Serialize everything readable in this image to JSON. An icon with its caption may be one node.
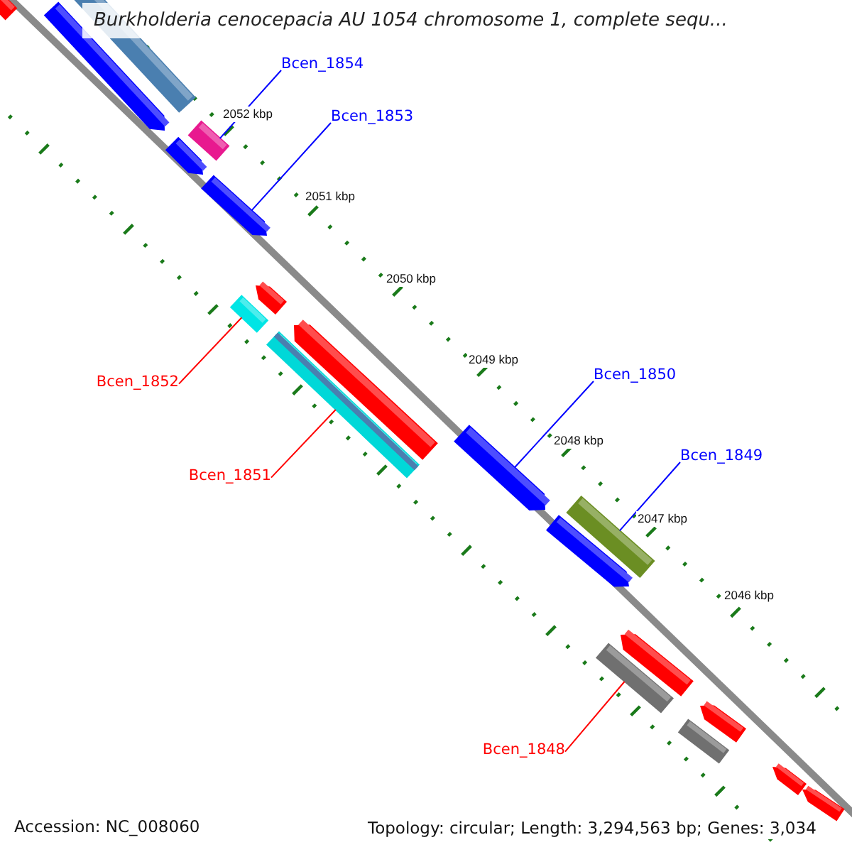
{
  "diagram": {
    "title": "Burkholderia cenocepacia AU 1054 chromosome 1, complete sequ...",
    "nodes": [
      {
        "text": [
          "Bcen_1854"
        ]
      },
      {
        "text": [],
        "shape": "bar"
      },
      {
        "text": [
          "Bcen_1853"
        ]
      },
      {
        "text": [],
        "shape": "bar"
      },
      {
        "text": [
          "Bcen_1852"
        ]
      },
      {
        "text": [],
        "shape": "bar"
      },
      {
        "text": [
          "Bcen_1851"
        ]
      },
      {
        "text": [],
        "shape": "bar"
      },
      {
        "text": [
          "Bcen_1850"
        ]
      },
      {
        "text": [],
        "shape": "bar"
      },
      {
        "text": [
          "Bcen_1849"
        ]
      },
      {
        "text": [],
        "shape": "bar"
      },
      {
        "text": [
          "Bcen_1848"
        ]
      },
      {
        "text": [],
        "shape": "bar"
      }
    ],
    "edges": [
      {
        "from": 0,
        "to": 1,
        "arrow": "none"
      },
      {
        "from": 2,
        "to": 3,
        "arrow": "none"
      },
      {
        "from": 4,
        "to": 5,
        "arrow": "none",
        "color": "#ff0000"
      },
      {
        "from": 6,
        "to": 7,
        "arrow": "none",
        "color": "#ff0000"
      },
      {
        "from": 8,
        "to": 9,
        "arrow": "none"
      },
      {
        "from": 10,
        "to": 11,
        "arrow": "none"
      },
      {
        "from": 12,
        "to": 13,
        "arrow": "none",
        "color": "#ff0000"
      }
    ],
    "labels": [
      "2052 kbp",
      "2051 kbp",
      "2050 kbp",
      "2049 kbp",
      "2048 kbp",
      "2047 kbp",
      "2046 kbp",
      "Accession: NC_008060",
      "Topology: circular; Length: 3,294,563 bp; Genes: 3,034"
    ]
  }
}
